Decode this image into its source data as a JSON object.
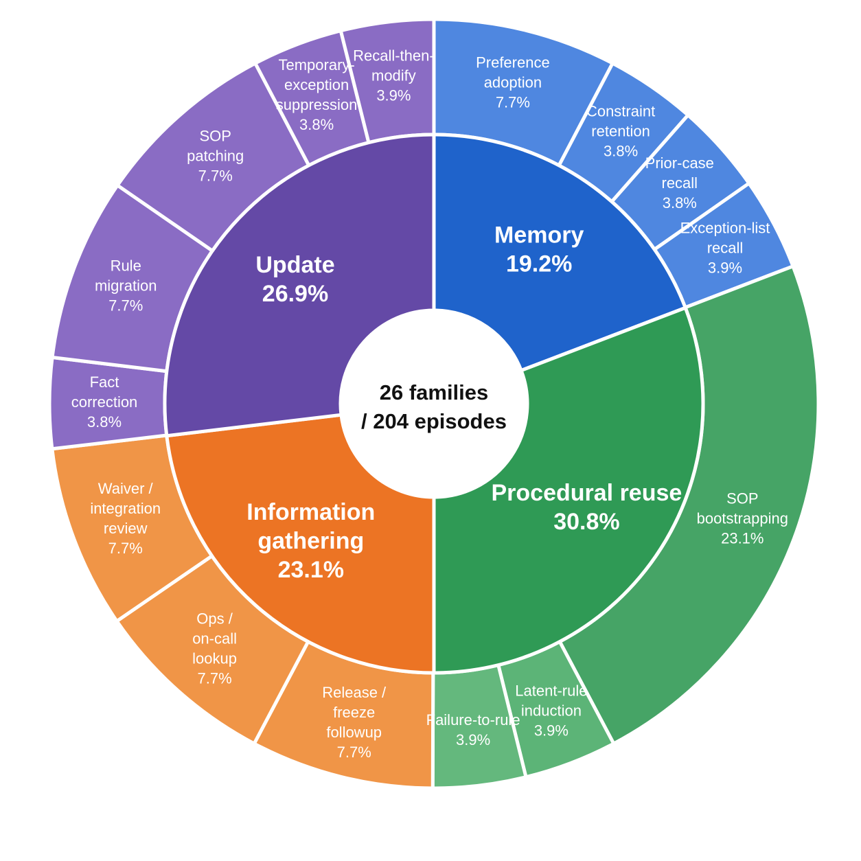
{
  "chart_data": {
    "type": "sunburst",
    "title": "",
    "center_label": [
      "26 families",
      "/ 204 episodes"
    ],
    "categories": [
      {
        "name": "Memory",
        "value": 19.2,
        "label": "19.2%",
        "color": "#1f63cb",
        "child_color": "#4f87e0",
        "children": [
          {
            "lines": [
              "Preference",
              "adoption"
            ],
            "value": 7.7,
            "label": "7.7%"
          },
          {
            "lines": [
              "Constraint",
              "retention"
            ],
            "value": 3.8,
            "label": "3.8%"
          },
          {
            "lines": [
              "Prior-case",
              "recall"
            ],
            "value": 3.8,
            "label": "3.8%"
          },
          {
            "lines": [
              "Exception-list",
              "recall"
            ],
            "value": 3.9,
            "label": "3.9%"
          }
        ]
      },
      {
        "name": "Procedural reuse",
        "value": 30.8,
        "label": "30.8%",
        "color": "#2f9a55",
        "child_color": "#4aa868",
        "children": [
          {
            "lines": [
              "SOP",
              "bootstrapping"
            ],
            "value": 23.1,
            "label": "23.1%",
            "color": "#46a466"
          },
          {
            "lines": [
              "Latent-rule",
              "induction"
            ],
            "value": 3.9,
            "label": "3.9%",
            "color": "#5cb477"
          },
          {
            "lines": [
              "Failure-to-rule"
            ],
            "value": 3.9,
            "label": "3.9%",
            "color": "#64b87d"
          }
        ]
      },
      {
        "name": "Information gathering",
        "lines": [
          "Information",
          "gathering"
        ],
        "value": 23.1,
        "label": "23.1%",
        "color": "#ec7424",
        "child_color": "#f09547",
        "children": [
          {
            "lines": [
              "Release /",
              "freeze",
              "followup"
            ],
            "value": 7.7,
            "label": "7.7%"
          },
          {
            "lines": [
              "Ops /",
              "on-call",
              "lookup"
            ],
            "value": 7.7,
            "label": "7.7%"
          },
          {
            "lines": [
              "Waiver /",
              "integration",
              "review"
            ],
            "value": 7.7,
            "label": "7.7%"
          }
        ]
      },
      {
        "name": "Update",
        "value": 26.9,
        "label": "26.9%",
        "color": "#6449a6",
        "child_color": "#8a6cc4",
        "children": [
          {
            "lines": [
              "Fact",
              "correction"
            ],
            "value": 3.8,
            "label": "3.8%"
          },
          {
            "lines": [
              "Rule",
              "migration"
            ],
            "value": 7.7,
            "label": "7.7%"
          },
          {
            "lines": [
              "SOP",
              "patching"
            ],
            "value": 7.7,
            "label": "7.7%"
          },
          {
            "lines": [
              "Temporary-",
              "exception",
              "suppression"
            ],
            "value": 3.8,
            "label": "3.8%"
          },
          {
            "lines": [
              "Recall-then-",
              "modify"
            ],
            "value": 3.9,
            "label": "3.9%"
          }
        ]
      }
    ],
    "legend": "none",
    "grid": false
  }
}
